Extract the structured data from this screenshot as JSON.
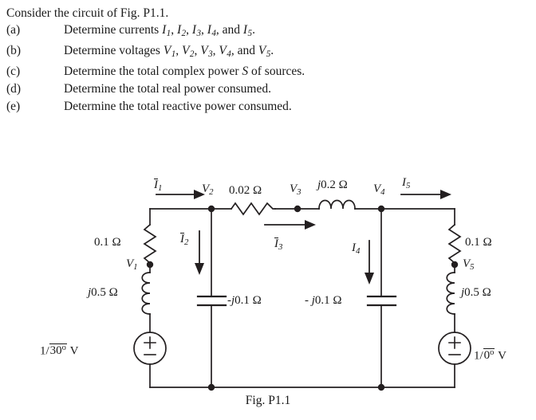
{
  "problem": {
    "intro": "Consider the circuit of Fig. P1.1.",
    "items": [
      {
        "label": "(a)",
        "text_before": "Determine currents ",
        "vars": [
          "I1",
          "I2",
          "I3",
          "I4"
        ],
        "conj": ", and ",
        "last_var": "I5",
        "text_after": "."
      },
      {
        "label": "(b)",
        "text_before": "Determine voltages ",
        "vars": [
          "V1",
          "V2",
          "V3",
          "V4"
        ],
        "conj": ", and ",
        "last_var": "V5",
        "text_after": "."
      },
      {
        "label": "(c)",
        "text_before": "Determine the total complex power ",
        "symbol": "S",
        "text_after": " of sources."
      },
      {
        "label": "(d)",
        "text_before": "Determine the total real power consumed.",
        "symbol": "",
        "text_after": ""
      },
      {
        "label": "(e)",
        "text_before": "Determine the total reactive power consumed.",
        "symbol": "",
        "text_after": ""
      }
    ]
  },
  "figure": {
    "caption": "Fig. P1.1",
    "line_color": "#231f20",
    "node_color": "#231f20",
    "labels": {
      "I1": "I",
      "I1_sub": "1",
      "I2": "I",
      "I2_sub": "2",
      "I3": "I",
      "I3_sub": "3",
      "I4": "I",
      "I4_sub": "4",
      "I5": "I",
      "I5_sub": "5",
      "V1": "V",
      "V1_sub": "1",
      "V2": "V",
      "V2_sub": "2",
      "V3": "V",
      "V3_sub": "3",
      "V4": "V",
      "V4_sub": "4",
      "V5": "V",
      "V5_sub": "5",
      "r_left": "0.1 Ω",
      "l_left": "j0.5 Ω",
      "r_right": "0.1 Ω",
      "l_right": "j0.5 Ω",
      "r_top": "0.02 Ω",
      "l_top": "j0.2 Ω",
      "c_left": "-j0.1 Ω",
      "c_right": "- j0.1 Ω",
      "src_left_mag": "1",
      "src_left_angle": "30",
      "src_left_unit": "V",
      "src_right_mag": "1",
      "src_right_angle": "0",
      "src_right_unit": "V",
      "degree": "o"
    }
  }
}
